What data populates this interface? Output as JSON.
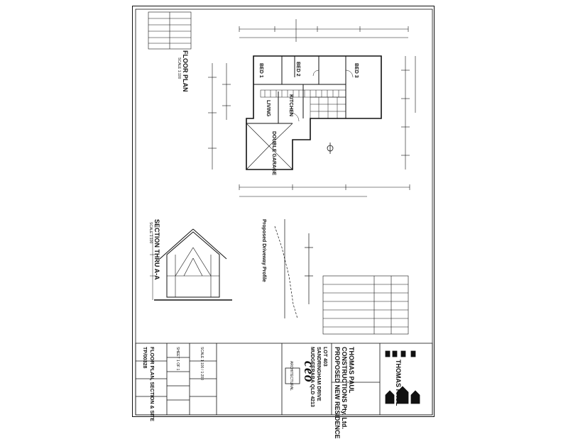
{
  "drawing": {
    "floor_plan_label": "FLOOR PLAN",
    "floor_plan_scale": "SCALE 1:100",
    "section_label": "SECTION THRU A-A",
    "section_scale": "SCALE 1:100",
    "profile_label": "Proposed Driveway Profile",
    "rooms": {
      "bed1": "BED 1",
      "bed2": "BED 2",
      "bed3": "BED 3",
      "living": "LIVING",
      "kitchen": "KITCHEN",
      "double_garage": "DOUBLE GARAGE"
    },
    "client": {
      "line1": "THOMAS PAUL",
      "line2": "CONSTRUCTIONS Pty. Ltd.",
      "line3": "PROPOSED NEW RESIDENCE"
    },
    "site": {
      "line1": "LOT 403",
      "line2": "SANDRINGHAM DRIVE",
      "line3": "MUDGEERABA QLD 4213"
    },
    "architect": {
      "name": "ceo",
      "subtitle": "ARCHITECTURAL"
    },
    "builder_brand": "THOMAS PAUL",
    "title_block": {
      "drawing_title": "FLOOR PLAN, SECTION & SITE",
      "drawing_no": "TP/00328",
      "sheet": "SHEET 1 OF 1",
      "scale": "SCALE 1:100 / 1:200"
    }
  }
}
